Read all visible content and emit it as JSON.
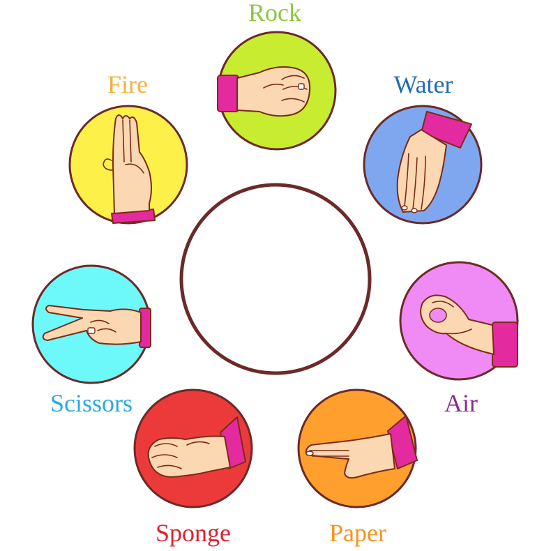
{
  "diagram": {
    "items": [
      {
        "label": "Rock",
        "color": "#8cc63f",
        "circle_fill": "#c8ec30",
        "icon": "fist-hand-icon"
      },
      {
        "label": "Water",
        "color": "#1f6bb5",
        "circle_fill": "#7fa7ef",
        "icon": "dangling-fingers-hand-icon"
      },
      {
        "label": "Air",
        "color": "#8a2a8f",
        "circle_fill": "#f08af4",
        "icon": "o-shape-hand-icon"
      },
      {
        "label": "Paper",
        "color": "#f7941d",
        "circle_fill": "#ff9f2e",
        "icon": "flat-palm-hand-icon"
      },
      {
        "label": "Sponge",
        "color": "#e02030",
        "circle_fill": "#ec3a3a",
        "icon": "cupped-hand-icon"
      },
      {
        "label": "Scissors",
        "color": "#27aae1",
        "circle_fill": "#6df9f9",
        "icon": "two-fingers-hand-icon"
      },
      {
        "label": "Fire",
        "color": "#f5b040",
        "circle_fill": "#fdf048",
        "icon": "raised-fingers-hand-icon"
      }
    ],
    "outline_color": "#6b2a28",
    "cuff_color": "#e42a9f",
    "skin_color": "#fbd7b2"
  }
}
